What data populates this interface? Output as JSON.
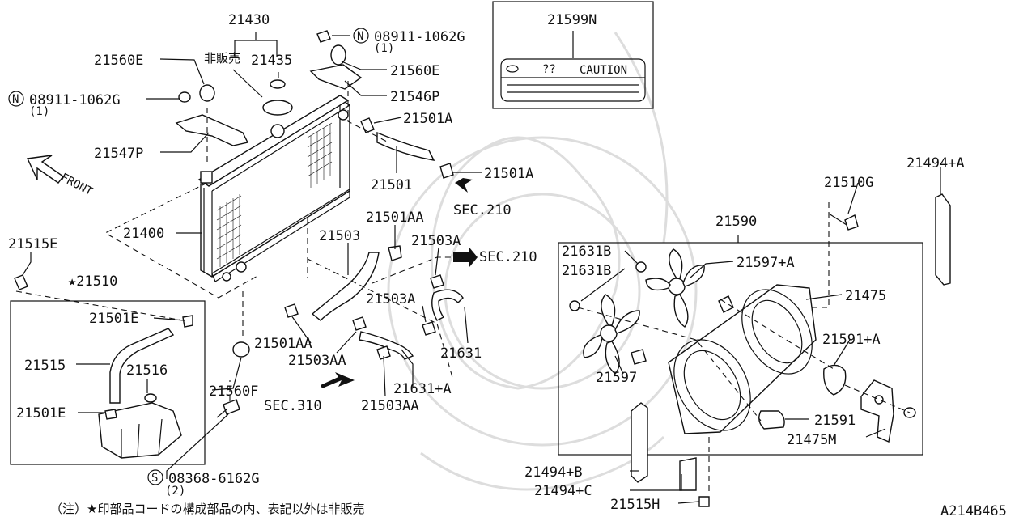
{
  "parts": {
    "p21430": "21430",
    "p21435_note": "非販売",
    "p21435": "21435",
    "p21560E_left": "21560E",
    "n_left": "08911-1062G",
    "n_left_qty": "(1)",
    "p21547P": "21547P",
    "n_top": "08911-1062G",
    "n_top_qty": "(1)",
    "p21560E_top": "21560E",
    "p21546P": "21546P",
    "p21501A_top": "21501A",
    "p21501": "21501",
    "p21501A_mid": "21501A",
    "sec210_a": "SEC.210",
    "p21599N": "21599N",
    "caution_mark": "??",
    "caution_label": "CAUTION",
    "p21494A": "21494+A",
    "p21510G": "21510G",
    "p21590": "21590",
    "p21631B_1": "21631B",
    "p21631B_2": "21631B",
    "p21597A": "21597+A",
    "p21475": "21475",
    "p21591A": "21591+A",
    "p21597": "21597",
    "p21591": "21591",
    "p21475M": "21475M",
    "p21494B": "21494+B",
    "p21494C": "21494+C",
    "p21515H": "21515H",
    "p21400": "21400",
    "p21515E": "21515E",
    "p21510": "★21510",
    "p21501E_top": "21501E",
    "p21515": "21515",
    "p21516": "21516",
    "p21501E_bot": "21501E",
    "p21501AA_top": "21501AA",
    "p21503": "21503",
    "p21503A_top": "21503A",
    "sec210_b": "SEC.210",
    "p21503A_mid": "21503A",
    "p21631": "21631",
    "p21501AA_bot": "21501AA",
    "p21503AA_top": "21503AA",
    "p21631A": "21631+A",
    "p21503AA_bot": "21503AA",
    "p21560F": "21560F",
    "sec310": "SEC.310",
    "s_bolt": "08368-6162G",
    "s_bolt_qty": "(2)",
    "front": "FRONT"
  },
  "circle_marks": {
    "n1": "N",
    "n2": "N",
    "s": "S"
  },
  "footnote": "（注）★印部品コードの構成部品の内、表記以外は非販売",
  "diagram_id": "A214B465"
}
